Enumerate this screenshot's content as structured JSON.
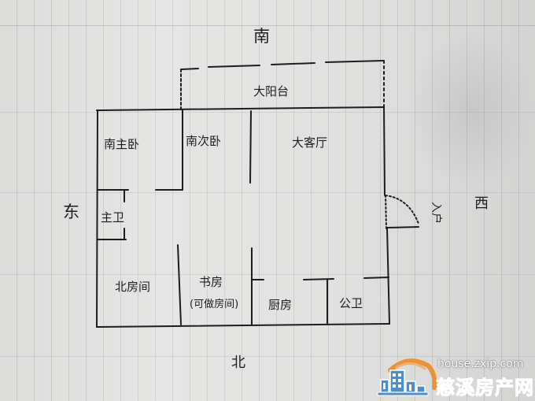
{
  "diagram": {
    "type": "hand-drawn floor plan",
    "compass": {
      "south": "南",
      "north": "北",
      "east": "东",
      "west": "西"
    },
    "rooms": {
      "balcony": "大阳台",
      "master_bedroom_south": "南主卧",
      "second_bedroom_south": "南次卧",
      "living_room": "大客厅",
      "master_bath": "主卫",
      "north_room": "北房间",
      "study": "书房",
      "study_note": "(可做房间)",
      "kitchen": "厨房",
      "public_bath": "公卫"
    },
    "entrance": "入户"
  },
  "watermark": {
    "url": "house.zxip.com",
    "name": "慈溪房产网",
    "colors": {
      "arc": "#e8933a",
      "building": "#4f8fc6",
      "text": "#4f8fc6"
    }
  },
  "colors": {
    "ink": "#1d1d1d",
    "paper": "#dcdddb",
    "grid": "#9a9c9a"
  }
}
